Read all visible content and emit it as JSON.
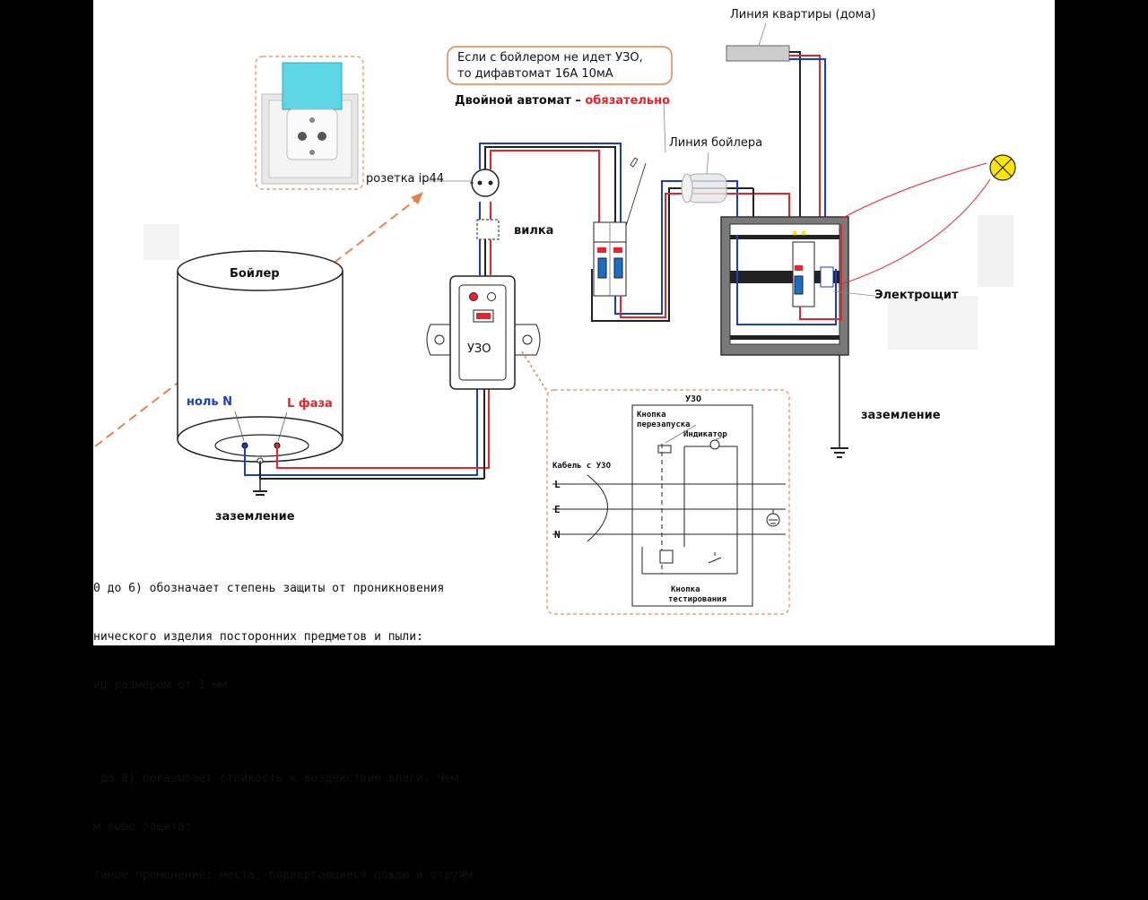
{
  "labels": {
    "line_apartment": "Линия квартиры (дома)",
    "note_line1": "Если с бойлером не идет УЗО,",
    "note_line2": "то  дифавтомат 16А 10мА",
    "double_breaker_prefix": "Двойной автомат –",
    "double_breaker_emph": "обязательно",
    "socket": "розетка  ip44",
    "plug": "вилка",
    "boiler_line": "Линия бойлера",
    "boiler": "Бойлер",
    "neutral": "ноль N",
    "phase": "L  фаза",
    "rcd_device": "УЗО",
    "panel": "Электрощит",
    "ground_right": "заземление",
    "ground_left": "заземление"
  },
  "inset": {
    "title": "УЗО",
    "restart_button_line1": "Кнопка",
    "restart_button_line2": "перезапуска",
    "indicator": "Индикатор",
    "cable": "Кабель с УЗО",
    "terminal_L": "L",
    "terminal_E": "E",
    "terminal_N": "N",
    "test_button_line1": "Кнопка",
    "test_button_line2": "тестирования"
  },
  "body_text": [
    "0 до 6) обозначает степень защиты от проникновения",
    "нического изделия посторонних предметов и пыли:",
    "иц размером от 1 мм",
    "",
    " до 8) показывает стойкость к воздействию влаги. Чем",
    "м выше защита:",
    "тимое применение: места, подвергающиеся дождю и струям"
  ],
  "colors": {
    "phase_wire": "#e8232a",
    "neutral_wire": "#1a3fc6",
    "ground_wire": "#222222",
    "accent_orange": "#e8824a",
    "socket_cover": "#5fd6e6",
    "lamp": "#ffe600"
  },
  "icons": [
    "socket-icon",
    "plug-icon",
    "rcd-icon",
    "breaker-icon",
    "lamp-icon",
    "ground-symbol-icon",
    "cable-ferrite-icon"
  ]
}
